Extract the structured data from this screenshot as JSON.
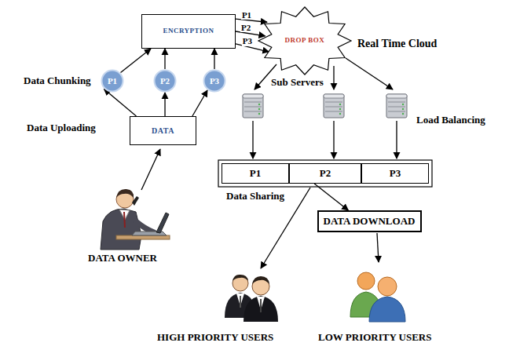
{
  "diagram": {
    "nodes": [
      {
        "text": [
          "ENCRYPTION"
        ]
      },
      {
        "text": [
          "DROP BOX"
        ]
      },
      {
        "text": [
          "P1"
        ]
      },
      {
        "text": [
          "P2"
        ]
      },
      {
        "text": [
          "P3"
        ]
      },
      {
        "text": [
          "DATA"
        ]
      },
      {
        "text": [
          "P1"
        ]
      },
      {
        "text": [
          "P2"
        ]
      },
      {
        "text": [
          "P3"
        ]
      },
      {
        "text": [
          "DATA DOWNLOAD"
        ]
      }
    ],
    "edges": [
      {
        "from": 2,
        "to": 0,
        "arrow": "to"
      },
      {
        "from": 3,
        "to": 0,
        "arrow": "to"
      },
      {
        "from": 4,
        "to": 0,
        "arrow": "to"
      },
      {
        "from": 5,
        "to": 2,
        "arrow": "to"
      },
      {
        "from": 5,
        "to": 3,
        "arrow": "to"
      },
      {
        "from": 5,
        "to": 4,
        "arrow": "to"
      },
      {
        "from": 0,
        "to": 1,
        "label": "P1",
        "arrow": "to"
      },
      {
        "from": 0,
        "to": 1,
        "label": "P2",
        "arrow": "to"
      },
      {
        "from": 0,
        "to": 1,
        "label": "P3",
        "arrow": "to"
      },
      {
        "from": 7,
        "to": 9,
        "arrow": "to"
      }
    ],
    "labels": [
      "Real Time Cloud",
      "Sub Servers",
      "Data Chunking",
      "Load Balancing",
      "Data Uploading",
      "Data Sharing",
      "DATA OWNER",
      "HIGH PRIORITY USERS",
      "LOW PRIORITY USERS"
    ]
  }
}
